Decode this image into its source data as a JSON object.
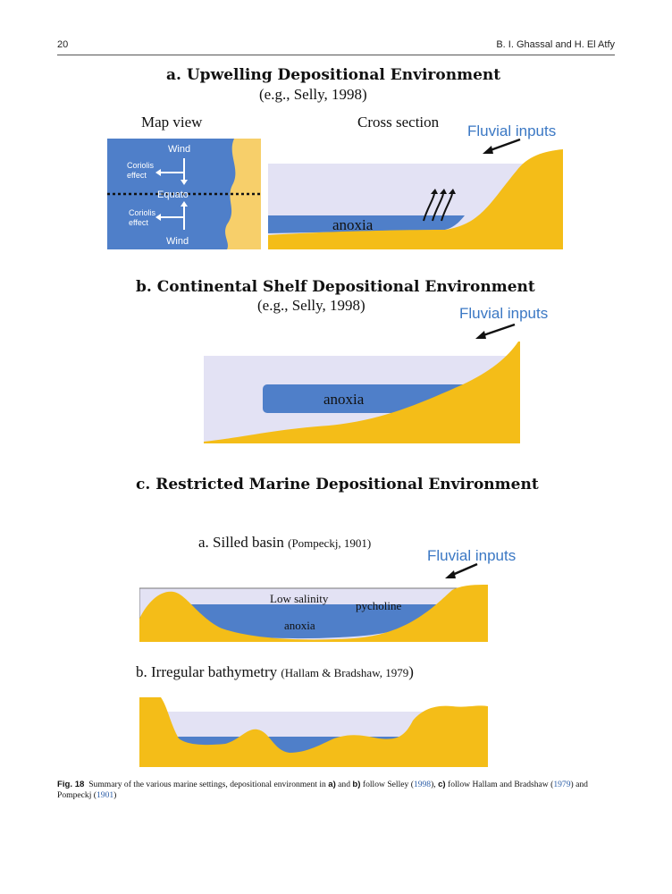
{
  "header": {
    "page_number": "20",
    "authors": "B. I. Ghassal and H. El Atfy"
  },
  "panel_a": {
    "title": "a. Upwelling Depositional Environment",
    "subtitle": "(e.g., Selly, 1998)",
    "map_view_label": "Map view",
    "cross_section_label": "Cross section",
    "fluvial_label": "Fluvial inputs",
    "anoxia_label": "anoxia",
    "map": {
      "wind_top": "Wind",
      "coriolis_top_1": "Coriolis",
      "coriolis_top_2": "effect",
      "equator": "Equato",
      "coriolis_bottom_1": "Coriolis",
      "coriolis_bottom_2": "effect",
      "wind_bottom": "Wind"
    }
  },
  "panel_b": {
    "title": "b. Continental Shelf Depositional Environment",
    "subtitle": "(e.g., Selly, 1998)",
    "fluvial_label": "Fluvial inputs",
    "anoxia_label": "anoxia"
  },
  "panel_c": {
    "title": "c. Restricted Marine Depositional Environment",
    "silled_title": "a. Silled basin",
    "silled_ref": "(Pompeckj, 1901)",
    "fluvial_label": "Fluvial inputs",
    "low_salinity": "Low salinity",
    "pycholine": "pycholine",
    "anoxia_label": "anoxia",
    "irregular_title": "b. Irregular  bathymetry",
    "irregular_ref": "(Hallam & Bradshaw, 1979",
    "irregular_ref_close": ")"
  },
  "caption": {
    "label": "Fig. 18",
    "text_1": "Summary of the various marine settings, depositional environment in ",
    "a": "a)",
    "and": " and ",
    "b": "b)",
    "text_2": " follow Selley (",
    "ref_1998": "1998",
    "text_3": "), ",
    "c": "c)",
    "text_4": " follow Hallam and Bradshaw (",
    "ref_1979": "1979",
    "text_5": ") and Pompeckj (",
    "ref_1901": "1901",
    "text_6": ")"
  },
  "colors": {
    "ocean_blue": "#4f7fc9",
    "sediment_yellow": "#f4bd18",
    "water_lavender": "#e3e2f4",
    "fluvial_text": "#3b78c4"
  }
}
